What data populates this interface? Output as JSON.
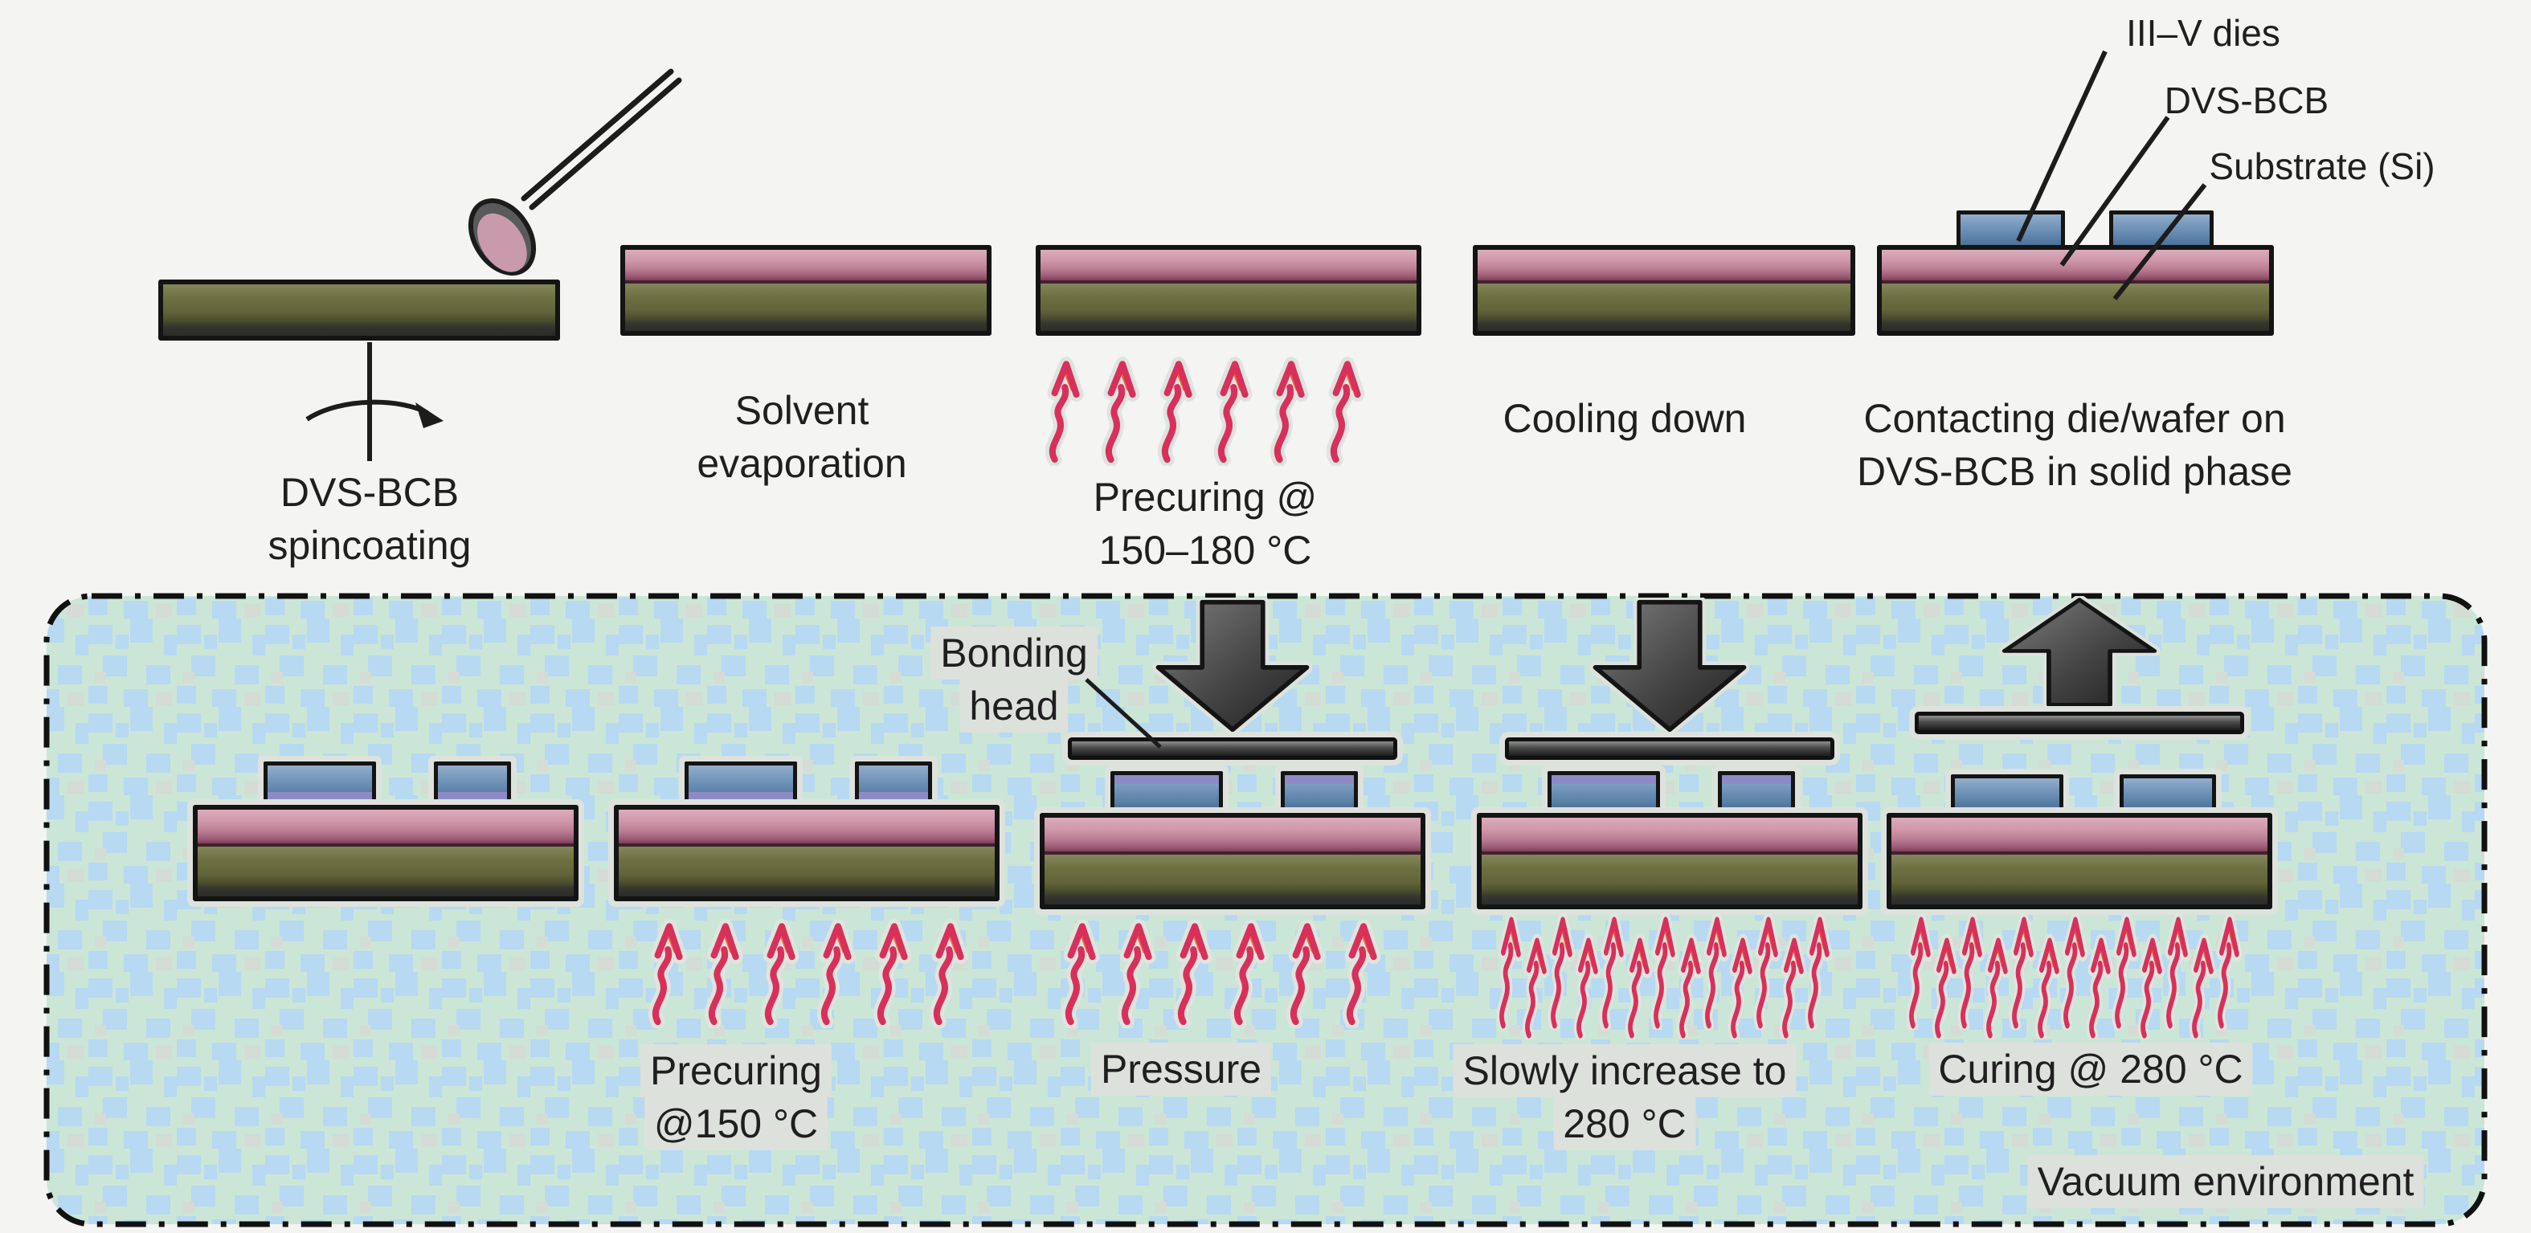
{
  "stages_top": [
    {
      "label_lines": [
        "DVS-BCB",
        "spincoating"
      ]
    },
    {
      "label_lines": [
        "Solvent",
        "evaporation"
      ]
    },
    {
      "label_lines": [
        "Precuring @",
        "150–180 °C"
      ]
    },
    {
      "label_lines": [
        "Cooling down"
      ]
    },
    {
      "label_lines": [
        "Contacting die/wafer on",
        "DVS-BCB in solid phase"
      ]
    }
  ],
  "callouts": {
    "dies": "III–V dies",
    "bcb": "DVS-BCB",
    "substrate": "Substrate (Si)"
  },
  "vacuum": {
    "environment_label": "Vacuum environment",
    "bonding_head_lines": [
      "Bonding",
      "head"
    ],
    "stage_labels": [
      [],
      [
        "Precuring",
        "@150 °C"
      ],
      [
        "Pressure"
      ],
      [
        "Slowly increase to",
        "280 °C"
      ],
      [
        "Curing @ 280 °C"
      ]
    ]
  },
  "colors": {
    "background": "#f4f4f2",
    "substrate_si": "#6a6d3c",
    "dvs_bcb_layer": "#c4829a",
    "iii_v_die": "#6088ae",
    "soft_bcb_interface": "#8d8ac6",
    "heat_arrow": "#d8305a",
    "heat_arrow_accent": "#ee6f35",
    "bonding_tool": "#3c3c3c",
    "vacuum_fill_green": "#cbe6d6",
    "vacuum_fill_blue": "#b7d9f1",
    "outline": "#141414",
    "text": "#1f1f1f"
  }
}
